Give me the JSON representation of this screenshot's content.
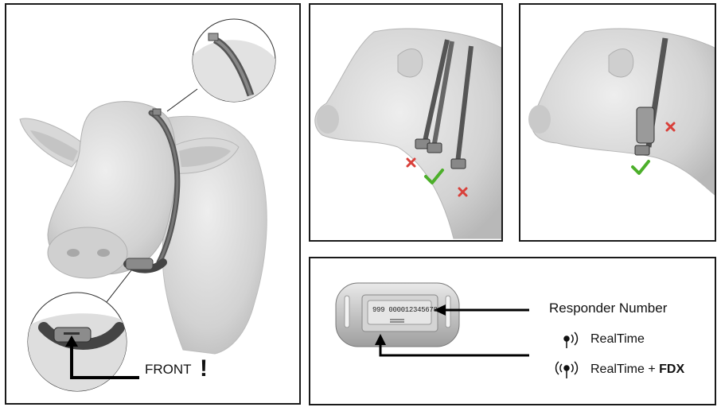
{
  "front_label": "FRONT",
  "front_mark": "!",
  "responder": {
    "tag_number": "999 000012345678",
    "number_label": "Responder Number",
    "realtime_label": "RealTime",
    "realtime_fdx_prefix": "RealTime + ",
    "realtime_fdx_bold": "FDX"
  },
  "colors": {
    "check": "#4caf2a",
    "cross": "#d9403a",
    "cow": "#d6d6d6",
    "strap": "#5a5a5a"
  }
}
